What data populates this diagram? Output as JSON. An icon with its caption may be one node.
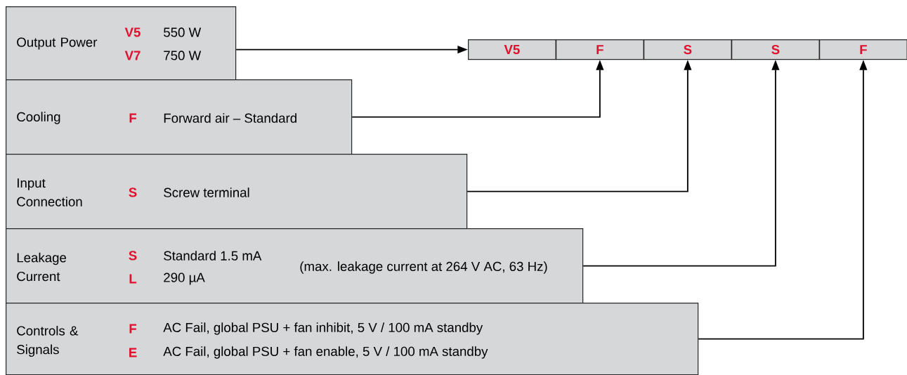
{
  "diagram": {
    "nodes": [
      {
        "text": [
          "Output Power",
          "V5",
          "550 W",
          "V7",
          "750 W"
        ]
      },
      {
        "text": [
          "Cooling",
          "F",
          "Forward air – Standard"
        ]
      },
      {
        "text": [
          "Input Connection",
          "S",
          "Screw terminal"
        ]
      },
      {
        "text": [
          "Leakage Current",
          "S",
          "Standard 1.5 mA",
          "L",
          "290 µA",
          "(max. leakage current at 264 V AC, 63 Hz)"
        ]
      },
      {
        "text": [
          "Controls & Signals",
          "F",
          "AC Fail, global PSU + fan inhibit, 5 V / 100 mA standby",
          "E",
          "AC Fail, global PSU + fan enable, 5 V / 100 mA standby"
        ]
      },
      {
        "text": [
          "V5"
        ]
      },
      {
        "text": [
          "F"
        ]
      },
      {
        "text": [
          "S"
        ]
      },
      {
        "text": [
          "S"
        ]
      },
      {
        "text": [
          "F"
        ]
      }
    ],
    "edges": [
      {
        "from": 0,
        "to": 5,
        "arrow": "to"
      },
      {
        "from": 1,
        "to": 6,
        "arrow": "to"
      },
      {
        "from": 2,
        "to": 7,
        "arrow": "to"
      },
      {
        "from": 3,
        "to": 8,
        "arrow": "to"
      },
      {
        "from": 4,
        "to": 9,
        "arrow": "to"
      }
    ]
  }
}
